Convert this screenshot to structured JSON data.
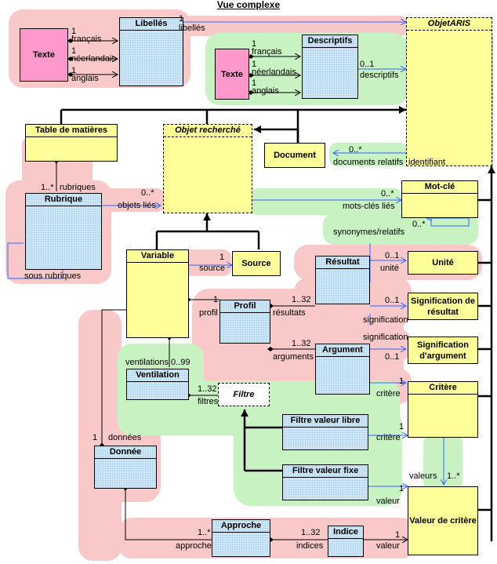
{
  "title": "Vue complexe",
  "colors": {
    "pink_band": "#f9c8c8",
    "green_band": "#c8f2c2",
    "yellow_box": "#ffff99",
    "blue_box": "#cde8f8",
    "pink_box": "#ff99cc",
    "link_blue": "#3366ff"
  },
  "classes": {
    "texte1": "Texte",
    "texte2": "Texte",
    "libelles": "Libellés",
    "objetaris": "ObjetARIS",
    "descriptifs": "Descriptifs",
    "table_matieres": "Table de matières",
    "objet_recherche": "Objet recherché",
    "document": "Document",
    "mot_cle": "Mot-clé",
    "rubrique": "Rubrique",
    "variable": "Variable",
    "source": "Source",
    "resultat": "Résultat",
    "unite": "Unité",
    "profil": "Profil",
    "sig_resultat": "Signification de résultat",
    "argument": "Argument",
    "sig_argument": "Signification d'argument",
    "ventilation": "Ventilation",
    "filtre": "Filtre",
    "critere": "Critère",
    "filtre_libre": "Filtre valeur libre",
    "filtre_fixe": "Filtre valeur fixe",
    "donnee": "Donnée",
    "valeur_critere": "Valeur de critère",
    "approche": "Approche",
    "indice": "Indice"
  },
  "labels": {
    "l1_fr_m": "1",
    "l1_fr": "français",
    "l1_nl_m": "1",
    "l1_nl": "néerlandais",
    "l1_en_m": "1",
    "l1_en": "anglais",
    "lib_m": "1",
    "lib": "libellés",
    "d_fr_m": "1",
    "d_fr": "français",
    "d_nl_m": "1",
    "d_nl": "néerlandais",
    "d_en_m": "1",
    "d_en": "anglais",
    "desc_m": "0..1",
    "desc": "descriptifs",
    "docrel_m": "0..*",
    "docrel": "documents relatifs",
    "ident": "identifiant",
    "rub_m": "1..*",
    "rub": "rubriques",
    "objl_m": "0..*",
    "objl": "objets liés",
    "mcl_m": "0..*",
    "mcl": "mots-clés liés",
    "syn_m": "0..*",
    "syn": "synonymes/relatifs",
    "sousrub": "sous rubriques",
    "src_m": "1",
    "src": "source",
    "unite_m": "0..1",
    "unite": "unité",
    "profil_m": "1",
    "profil": "profil",
    "res_m": "1..32",
    "res": "résultats",
    "sigr_m": "0..1",
    "sigr": "signification",
    "arg_m": "1..32",
    "arg": "arguments",
    "siga": "signification",
    "siga_m": "0..1",
    "crit1_m": "1",
    "crit1": "critère",
    "vent": "ventilations",
    "vent_m": "0..99",
    "filt_m": "1..32",
    "filt": "filtres",
    "crit2_m": "1",
    "crit2": "critère",
    "don_m": "1",
    "don": "données",
    "val_m": "valeurs",
    "val_m2": "1..*",
    "val1_m": "1",
    "val1": "valeur",
    "appr_m": "1..*",
    "appr": "approche",
    "ind_m": "1..32",
    "ind": "indices",
    "val2_m": "1",
    "val2": "valeur"
  }
}
